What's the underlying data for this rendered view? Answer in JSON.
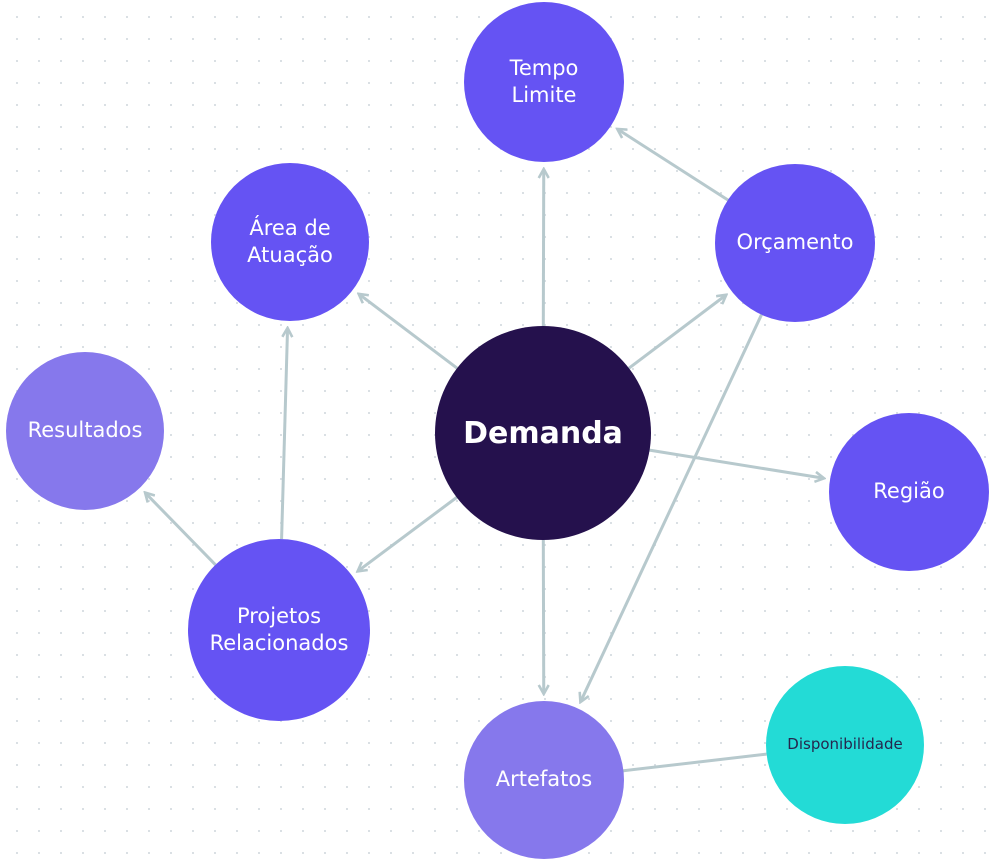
{
  "colors": {
    "center": "#25114d",
    "primary": "#6553f3",
    "secondary": "#8678ec",
    "accent": "#23dbd6",
    "edge": "#b7c9cd",
    "text_light": "#ffffff",
    "text_dark": "#26264d"
  },
  "nodes": {
    "demanda": {
      "label": "Demanda"
    },
    "tempo_limite": {
      "label": "Tempo\nLimite"
    },
    "area_de_atuacao": {
      "label": "Área de\nAtuação"
    },
    "orcamento": {
      "label": "Orçamento"
    },
    "resultados": {
      "label": "Resultados"
    },
    "regiao": {
      "label": "Região"
    },
    "projetos_relacionados": {
      "label": "Projetos\nRelacionados"
    },
    "artefatos": {
      "label": "Artefatos"
    },
    "disponibilidade": {
      "label": "Disponibilidade"
    }
  },
  "edges": [
    {
      "from": "demanda",
      "to": "tempo_limite",
      "arrow": true
    },
    {
      "from": "demanda",
      "to": "area_de_atuacao",
      "arrow": true
    },
    {
      "from": "demanda",
      "to": "orcamento",
      "arrow": true
    },
    {
      "from": "demanda",
      "to": "regiao",
      "arrow": true
    },
    {
      "from": "demanda",
      "to": "projetos_relacionados",
      "arrow": true
    },
    {
      "from": "demanda",
      "to": "artefatos",
      "arrow": true
    },
    {
      "from": "orcamento",
      "to": "tempo_limite",
      "arrow": true
    },
    {
      "from": "orcamento",
      "to": "artefatos",
      "arrow": true
    },
    {
      "from": "projetos_relacionados",
      "to": "area_de_atuacao",
      "arrow": true
    },
    {
      "from": "projetos_relacionados",
      "to": "resultados",
      "arrow": true
    },
    {
      "from": "artefatos",
      "to": "disponibilidade",
      "arrow": false
    }
  ]
}
